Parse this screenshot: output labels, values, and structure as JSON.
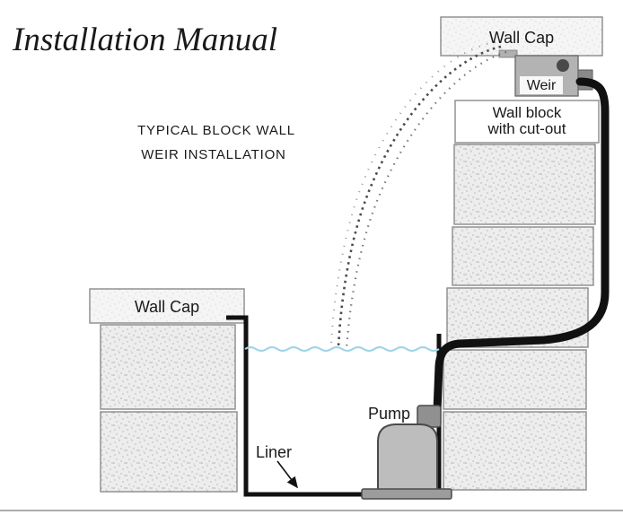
{
  "title": "Installation Manual",
  "subtitle": {
    "line1": "TYPICAL BLOCK WALL",
    "line2": "WEIR INSTALLATION"
  },
  "right_wall": {
    "wall_cap_label": "Wall Cap",
    "weir_label": "Weir",
    "wall_block_label_line1": "Wall block",
    "wall_block_label_line2": "with cut-out"
  },
  "left_wall": {
    "wall_cap_label": "Wall Cap"
  },
  "pond": {
    "pump_label": "Pump",
    "liner_label": "Liner"
  },
  "colors": {
    "text": "#1a1a1a",
    "block_fill": "#ededed",
    "block_border": "#8a8a8a",
    "weir_fill": "#b3b3b3",
    "weir_knob": "#4a4a4a",
    "tube": "#111111",
    "liner": "#111111",
    "water": "#9fd3e8",
    "spray": "#4a4a4a",
    "pump_fill": "#bdbdbd"
  }
}
